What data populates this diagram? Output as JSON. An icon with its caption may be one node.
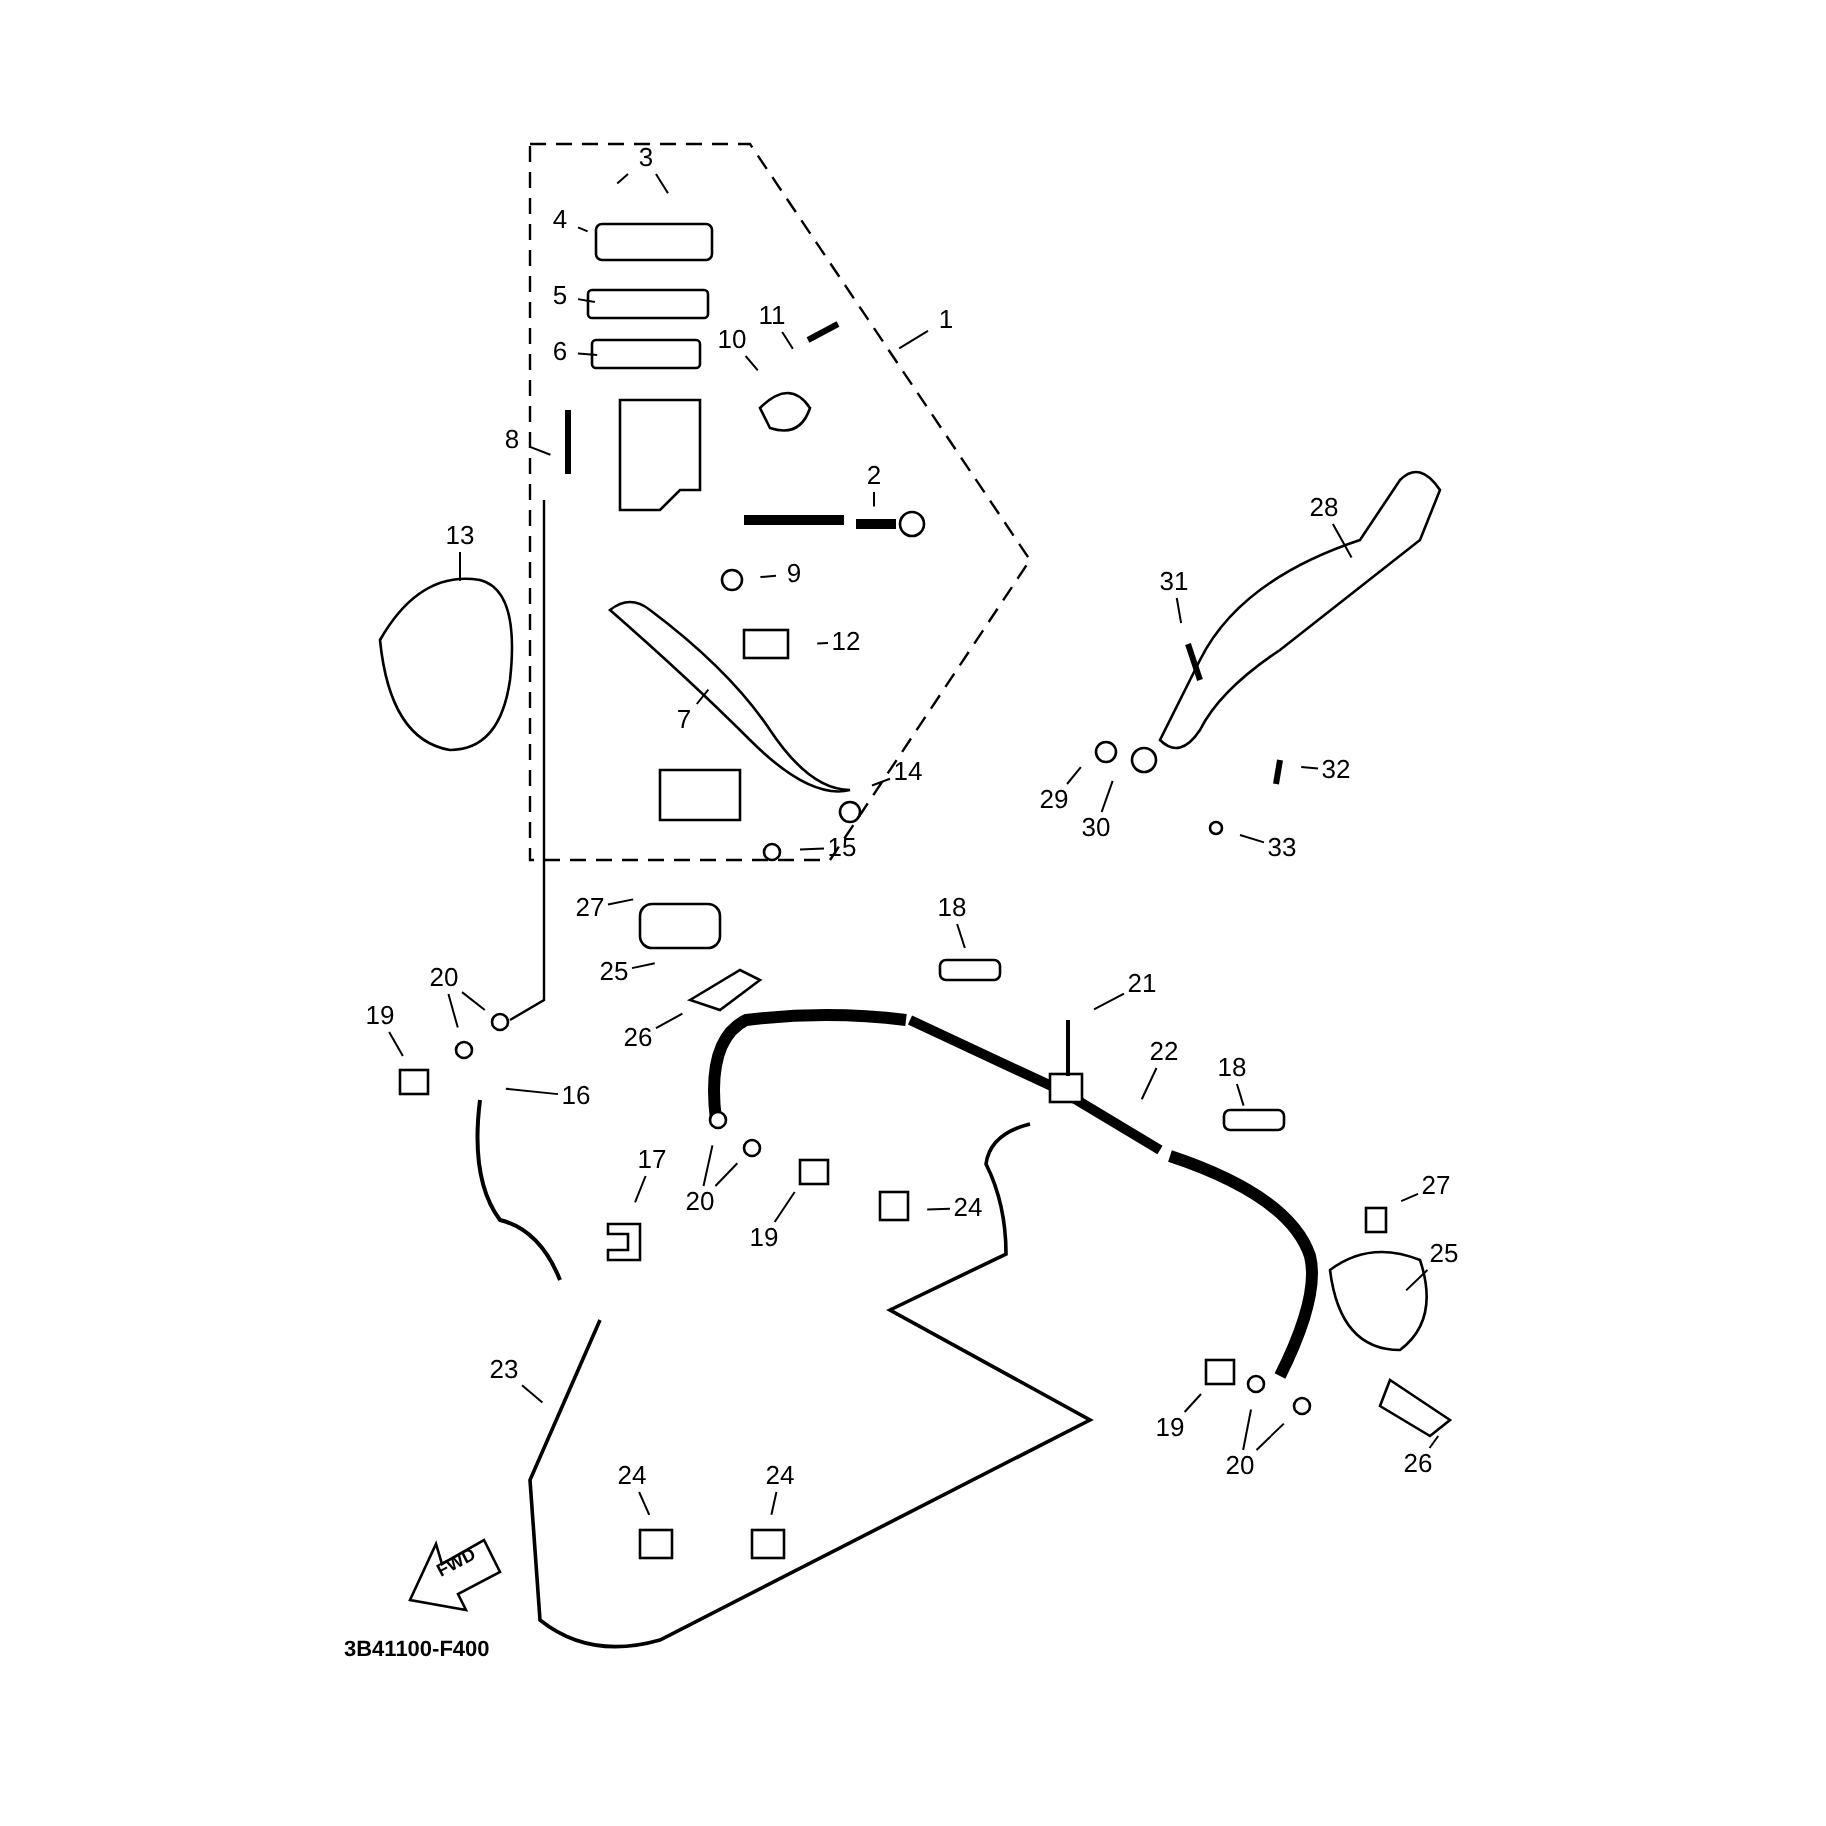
{
  "diagram": {
    "nodes": [
      {
        "text": [
          "3"
        ]
      },
      {
        "text": [
          "4"
        ]
      },
      {
        "text": [
          "5"
        ]
      },
      {
        "text": [
          "1"
        ]
      },
      {
        "text": [
          "11"
        ]
      },
      {
        "text": [
          "10"
        ]
      },
      {
        "text": [
          "6"
        ]
      },
      {
        "text": [
          "8"
        ]
      },
      {
        "text": [
          "2"
        ]
      },
      {
        "text": [
          "28"
        ]
      },
      {
        "text": [
          "13"
        ]
      },
      {
        "text": [
          "9"
        ]
      },
      {
        "text": [
          "31"
        ]
      },
      {
        "text": [
          "12"
        ]
      },
      {
        "text": [
          "7"
        ]
      },
      {
        "text": [
          "32"
        ]
      },
      {
        "text": [
          "14"
        ]
      },
      {
        "text": [
          "29"
        ]
      },
      {
        "text": [
          "30"
        ]
      },
      {
        "text": [
          "15"
        ]
      },
      {
        "text": [
          "33"
        ]
      },
      {
        "text": [
          "27"
        ]
      },
      {
        "text": [
          "18"
        ]
      },
      {
        "text": [
          "25"
        ]
      },
      {
        "text": [
          "20"
        ]
      },
      {
        "text": [
          "21"
        ]
      },
      {
        "text": [
          "19"
        ]
      },
      {
        "text": [
          "26"
        ]
      },
      {
        "text": [
          "22"
        ]
      },
      {
        "text": [
          "18"
        ]
      },
      {
        "text": [
          "16"
        ]
      },
      {
        "text": [
          "17"
        ]
      },
      {
        "text": [
          "27"
        ]
      },
      {
        "text": [
          "20"
        ]
      },
      {
        "text": [
          "24"
        ]
      },
      {
        "text": [
          "19"
        ]
      },
      {
        "text": [
          "25"
        ]
      },
      {
        "text": [
          "23"
        ]
      },
      {
        "text": [
          "19"
        ]
      },
      {
        "text": [
          "26"
        ]
      },
      {
        "text": [
          "20"
        ]
      },
      {
        "text": [
          "24"
        ]
      },
      {
        "text": [
          "24"
        ]
      }
    ],
    "edges": [
      {
        "from": 0,
        "to": null,
        "arrow": "none"
      },
      {
        "from": 0,
        "to": null,
        "arrow": "none"
      },
      {
        "from": 1,
        "to": null,
        "arrow": "none"
      },
      {
        "from": 2,
        "to": null,
        "arrow": "none"
      },
      {
        "from": 3,
        "to": null,
        "arrow": "none"
      },
      {
        "from": 4,
        "to": null,
        "arrow": "none"
      },
      {
        "from": 5,
        "to": null,
        "arrow": "none"
      },
      {
        "from": 6,
        "to": null,
        "arrow": "none"
      },
      {
        "from": 7,
        "to": null,
        "arrow": "none"
      },
      {
        "from": 8,
        "to": null,
        "arrow": "none"
      },
      {
        "from": 9,
        "to": null,
        "arrow": "none"
      },
      {
        "from": 10,
        "to": null,
        "arrow": "none"
      },
      {
        "from": 11,
        "to": null,
        "arrow": "none"
      },
      {
        "from": 12,
        "to": null,
        "arrow": "none"
      },
      {
        "from": 13,
        "to": null,
        "arrow": "none"
      },
      {
        "from": 14,
        "to": null,
        "arrow": "none"
      },
      {
        "from": 15,
        "to": null,
        "arrow": "none"
      },
      {
        "from": 16,
        "to": null,
        "arrow": "none"
      },
      {
        "from": 17,
        "to": null,
        "arrow": "none"
      },
      {
        "from": 18,
        "to": null,
        "arrow": "none"
      },
      {
        "from": 19,
        "to": null,
        "arrow": "none"
      },
      {
        "from": 20,
        "to": null,
        "arrow": "none"
      },
      {
        "from": 21,
        "to": null,
        "arrow": "none"
      },
      {
        "from": 22,
        "to": null,
        "arrow": "none"
      },
      {
        "from": 23,
        "to": null,
        "arrow": "none"
      },
      {
        "from": 24,
        "to": null,
        "arrow": "none"
      },
      {
        "from": 24,
        "to": null,
        "arrow": "none"
      },
      {
        "from": 25,
        "to": null,
        "arrow": "none"
      },
      {
        "from": 26,
        "to": null,
        "arrow": "none"
      },
      {
        "from": 27,
        "to": null,
        "arrow": "none"
      },
      {
        "from": 28,
        "to": null,
        "arrow": "none"
      },
      {
        "from": 29,
        "to": null,
        "arrow": "none"
      },
      {
        "from": 30,
        "to": null,
        "arrow": "none"
      },
      {
        "from": 31,
        "to": null,
        "arrow": "none"
      },
      {
        "from": 32,
        "to": null,
        "arrow": "none"
      },
      {
        "from": 33,
        "to": null,
        "arrow": "none"
      },
      {
        "from": 33,
        "to": null,
        "arrow": "none"
      },
      {
        "from": 34,
        "to": null,
        "arrow": "none"
      },
      {
        "from": 35,
        "to": null,
        "arrow": "none"
      },
      {
        "from": 36,
        "to": null,
        "arrow": "none"
      },
      {
        "from": 37,
        "to": null,
        "arrow": "none"
      },
      {
        "from": 38,
        "to": null,
        "arrow": "none"
      },
      {
        "from": 39,
        "to": null,
        "arrow": "none"
      },
      {
        "from": 40,
        "to": null,
        "arrow": "none"
      },
      {
        "from": 40,
        "to": null,
        "arrow": "none"
      },
      {
        "from": 41,
        "to": null,
        "arrow": "none"
      },
      {
        "from": 42,
        "to": null,
        "arrow": "none"
      }
    ],
    "labels": [
      "FWD",
      "3B41100-F400"
    ]
  }
}
